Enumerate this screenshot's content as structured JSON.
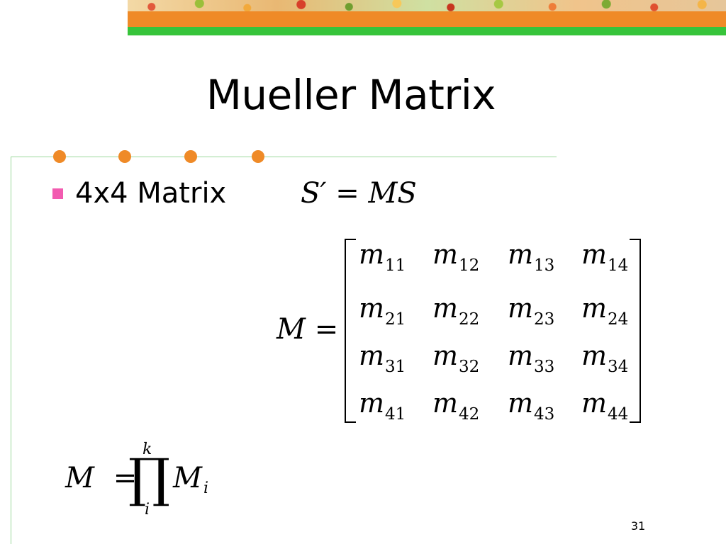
{
  "slide": {
    "title": "Mueller Matrix",
    "page_number": "31",
    "colors": {
      "accent_orange": "#ef8a27",
      "accent_green": "#37c43b",
      "bullet_pink": "#f25bb0",
      "rule_green": "#9bd89b"
    }
  },
  "bullets": [
    {
      "text": "4x4 Matrix"
    }
  ],
  "equations": {
    "transform": {
      "lhs": "S′",
      "rel": "=",
      "rhs": "MS"
    },
    "matrix": {
      "symbol": "M",
      "rel": "=",
      "var": "m",
      "rows": [
        [
          "11",
          "12",
          "13",
          "14"
        ],
        [
          "21",
          "22",
          "23",
          "24"
        ],
        [
          "31",
          "32",
          "33",
          "34"
        ],
        [
          "41",
          "42",
          "43",
          "44"
        ]
      ]
    },
    "product": {
      "lhs": "M",
      "rel": "=",
      "operator": "∏",
      "upper": "k",
      "lower": "i",
      "factor": "M",
      "factor_sub": "i"
    }
  }
}
